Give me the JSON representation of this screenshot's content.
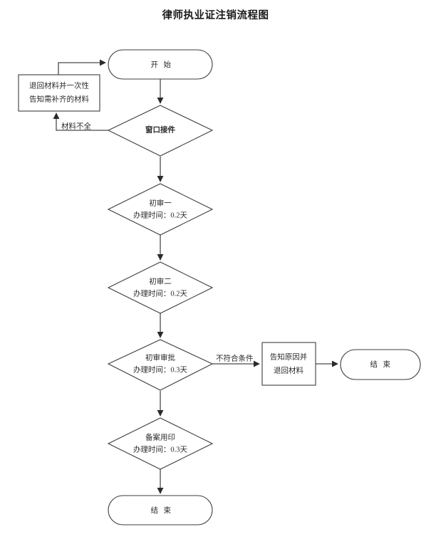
{
  "document": {
    "title": "律师执业证注销流程图"
  },
  "colors": {
    "background": "#ffffff",
    "shape_stroke": "#3c3c3c",
    "connector_stroke": "#4a4a4a",
    "text": "#2b2b2b"
  },
  "chart_data": {
    "type": "diagram",
    "diagram_type": "flowchart",
    "title": "律师执业证注销流程图",
    "orientation": "top-to-bottom",
    "nodes": [
      {
        "id": "start",
        "shape": "terminator",
        "label": "开 始"
      },
      {
        "id": "return_box",
        "shape": "process",
        "label_line1": "退回材料并一次性",
        "label_line2": "告知需补齐的材料"
      },
      {
        "id": "window",
        "shape": "decision",
        "label": "窗口接件"
      },
      {
        "id": "review1",
        "shape": "decision",
        "label_line1": "初审一",
        "label_line2": "办理时间：0.2天"
      },
      {
        "id": "review2",
        "shape": "decision",
        "label_line1": "初审二",
        "label_line2": "办理时间：0.2天"
      },
      {
        "id": "approval",
        "shape": "decision",
        "label_line1": "初审审批",
        "label_line2": "办理时间：0.3天"
      },
      {
        "id": "reject_box",
        "shape": "process",
        "label_line1": "告知原因并",
        "label_line2": "退回材料"
      },
      {
        "id": "end_right",
        "shape": "terminator",
        "label": "结 束"
      },
      {
        "id": "filing",
        "shape": "decision",
        "label_line1": "备案用印",
        "label_line2": "办理时间：0.3天"
      },
      {
        "id": "end_bottom",
        "shape": "terminator",
        "label": "结 束"
      }
    ],
    "edges": [
      {
        "from": "start",
        "to": "window",
        "label": ""
      },
      {
        "from": "window",
        "to": "return_box",
        "label": "材料不全"
      },
      {
        "from": "return_box",
        "to": "start",
        "label": ""
      },
      {
        "from": "window",
        "to": "review1",
        "label": ""
      },
      {
        "from": "review1",
        "to": "review2",
        "label": ""
      },
      {
        "from": "review2",
        "to": "approval",
        "label": ""
      },
      {
        "from": "approval",
        "to": "reject_box",
        "label": "不符合条件"
      },
      {
        "from": "reject_box",
        "to": "end_right",
        "label": ""
      },
      {
        "from": "approval",
        "to": "filing",
        "label": ""
      },
      {
        "from": "filing",
        "to": "end_bottom",
        "label": ""
      }
    ],
    "edge_labels": [
      "材料不全",
      "不符合条件"
    ]
  }
}
